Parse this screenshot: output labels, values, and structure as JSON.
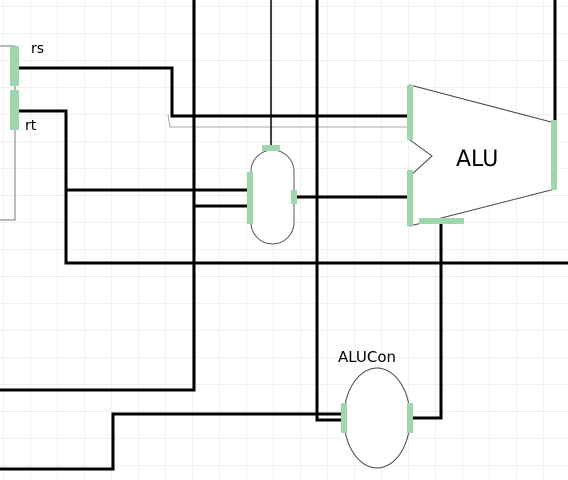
{
  "labels": {
    "rs": "rs",
    "rt": "rt",
    "alu": "ALU",
    "alucon": "ALUCon"
  },
  "colors": {
    "background": "#ffffff",
    "grid": "#e3e3e3",
    "wire": "#000000",
    "port": "#9fd6ad",
    "thin_wire": "#aaaaaa"
  }
}
